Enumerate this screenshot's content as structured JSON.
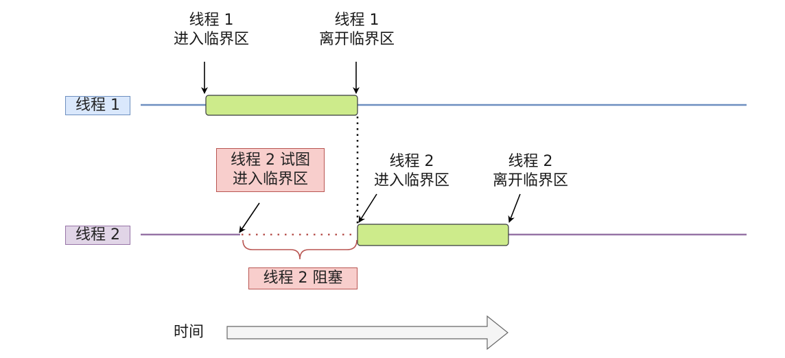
{
  "thread1": {
    "label": "线程 1",
    "enter_label": [
      "线程 1",
      "进入临界区"
    ],
    "exit_label": [
      "线程 1",
      "离开临界区"
    ],
    "label_fill": "#dae8fc",
    "label_border": "#6c8ebf",
    "timeline_color": "#6c8ebf"
  },
  "thread2": {
    "label": "线程 2",
    "attempt_label": [
      "线程 2 试图",
      "进入临界区"
    ],
    "enter_label": [
      "线程 2",
      "进入临界区"
    ],
    "exit_label": [
      "线程 2",
      "离开临界区"
    ],
    "blocked_label": "线程 2 阻塞",
    "label_fill": "#e1d5e7",
    "label_border": "#9673a6",
    "timeline_color": "#9673a6"
  },
  "time_label": "时间",
  "colors": {
    "critical_fill": "#cdeb8b",
    "critical_border": "#36393d",
    "note_fill": "#f8cecc",
    "note_border": "#b85450",
    "blocked_dots": "#b85450",
    "brace": "#b85450",
    "arrow_fill": "#f5f5f5",
    "arrow_border": "#666666"
  }
}
